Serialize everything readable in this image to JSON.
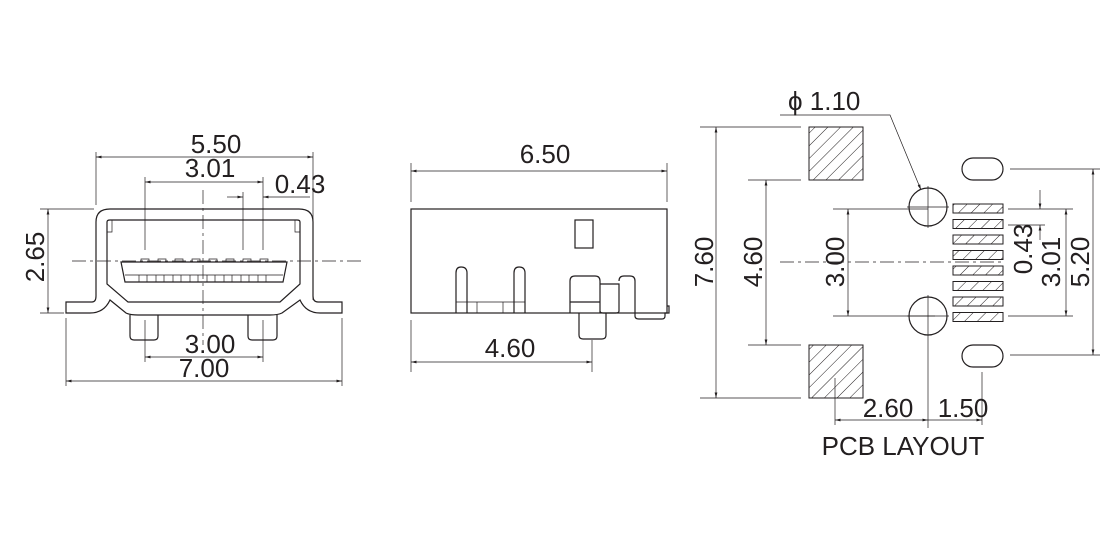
{
  "front_view": {
    "dim_width_shell": "5.50",
    "dim_pin_span": "3.01",
    "dim_pitch": "0.43",
    "dim_height": "2.65",
    "dim_leg_span": "3.00",
    "dim_total_width": "7.00"
  },
  "side_view": {
    "dim_length": "6.50",
    "dim_leg_offset": "4.60"
  },
  "pcb_layout": {
    "title": "PCB LAYOUT",
    "dim_hole_diameter": "ϕ 1.10",
    "dim_pad_span": "7.60",
    "dim_pad_inner": "4.60",
    "dim_hole_span": "3.00",
    "dim_pitch": "0.43",
    "dim_pin_span": "3.01",
    "dim_oval_span": "5.20",
    "dim_pad_to_hole": "2.60",
    "dim_hole_to_oval": "1.50"
  }
}
